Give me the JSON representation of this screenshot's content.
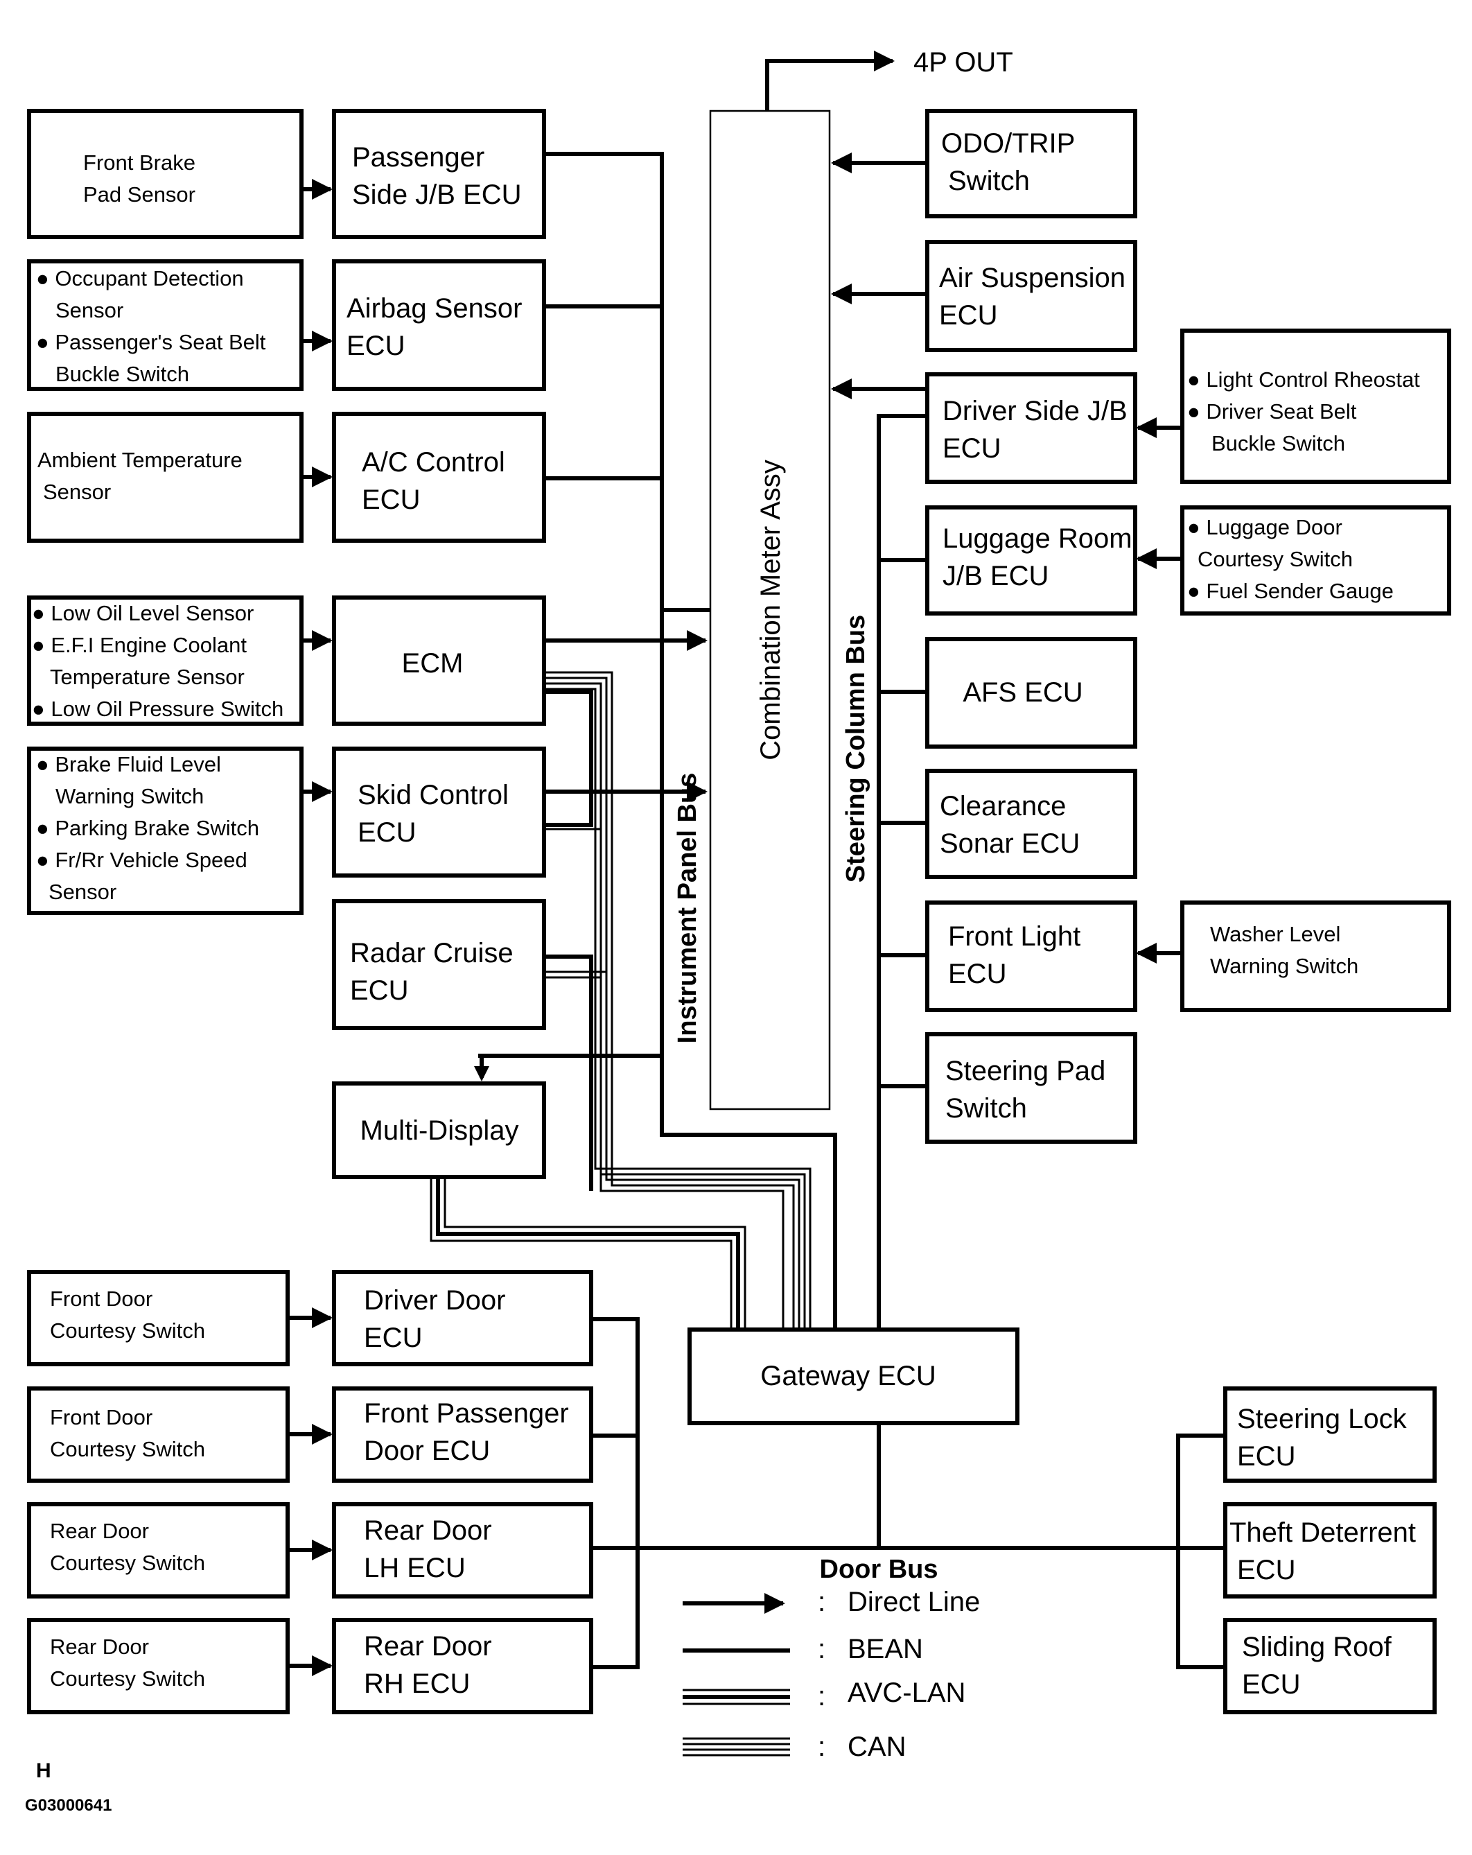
{
  "top_output": "4P OUT",
  "meter": {
    "label": "Combination Meter Assy"
  },
  "buses": {
    "instrument_panel": "Instrument Panel Bus",
    "steering_column": "Steering Column Bus",
    "door": "Door Bus"
  },
  "left_sensors": {
    "front_brake": [
      "Front Brake",
      "Pad Sensor"
    ],
    "airbag_inputs": [
      "● Occupant Detection",
      "Sensor",
      "● Passenger's Seat Belt",
      "Buckle Switch"
    ],
    "ambient": [
      "Ambient Temperature",
      "Sensor"
    ],
    "ecm_inputs": [
      "● Low Oil Level Sensor",
      "● E.F.I Engine Coolant",
      "Temperature Sensor",
      "● Low Oil Pressure Switch"
    ],
    "skid_inputs": [
      "● Brake Fluid  Level",
      "Warning Switch",
      "● Parking Brake Switch",
      "● Fr/Rr Vehicle Speed",
      "Sensor"
    ]
  },
  "left_ecus": {
    "passenger_jb": [
      "Passenger",
      "Side J/B ECU"
    ],
    "airbag": [
      "Airbag Sensor",
      "ECU"
    ],
    "ac": [
      "A/C Control",
      "ECU"
    ],
    "ecm": "ECM",
    "skid": [
      "Skid Control",
      "ECU"
    ],
    "radar": [
      "Radar Cruise",
      "ECU"
    ],
    "multi_display": "Multi-Display"
  },
  "right_ecus": {
    "odo": [
      "ODO/TRIP",
      "Switch"
    ],
    "air_suspension": [
      "Air Suspension",
      "ECU"
    ],
    "driver_jb": [
      "Driver Side J/B",
      "ECU"
    ],
    "luggage_jb": [
      "Luggage Room",
      "J/B ECU"
    ],
    "afs": "AFS ECU",
    "clearance": [
      "Clearance",
      "Sonar ECU"
    ],
    "front_light": [
      "Front Light",
      "ECU"
    ],
    "steering_pad": [
      "Steering Pad",
      "Switch"
    ]
  },
  "right_sensors": {
    "driver_jb_inputs": [
      "● Light Control Rheostat",
      "● Driver Seat Belt",
      "Buckle Switch"
    ],
    "luggage_inputs": [
      "● Luggage Door",
      "Courtesy Switch",
      "● Fuel Sender Gauge"
    ],
    "washer": [
      "Washer Level",
      "Warning Switch"
    ]
  },
  "gateway": "Gateway ECU",
  "door_switches": {
    "front1": [
      "Front Door",
      "Courtesy Switch"
    ],
    "front2": [
      "Front Door",
      "Courtesy Switch"
    ],
    "rear1": [
      "Rear Door",
      "Courtesy Switch"
    ],
    "rear2": [
      "Rear Door",
      "Courtesy Switch"
    ]
  },
  "door_ecus": {
    "driver_door": [
      "Driver Door",
      "ECU"
    ],
    "front_passenger_door": [
      "Front Passenger",
      "Door ECU"
    ],
    "rear_lh": [
      "Rear Door",
      "LH ECU"
    ],
    "rear_rh": [
      "Rear Door",
      "RH ECU"
    ]
  },
  "door_bus_right": {
    "steering_lock": [
      "Steering Lock",
      "ECU"
    ],
    "theft": [
      "Theft Deterrent",
      "ECU"
    ],
    "sliding_roof": [
      "Sliding Roof",
      "ECU"
    ]
  },
  "legend": {
    "direct": "Direct Line",
    "bean": "BEAN",
    "avc": "AVC-LAN",
    "can": "CAN",
    "colon": ":"
  },
  "footer": {
    "letter": "H",
    "code": "G03000641"
  }
}
